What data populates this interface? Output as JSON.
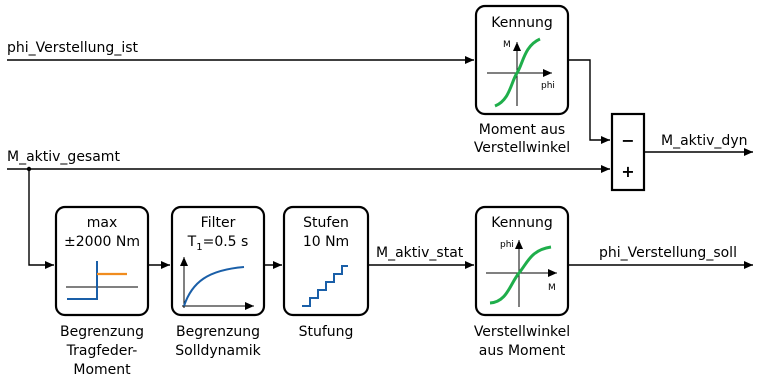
{
  "colors": {
    "green_curve": "#1fae4b",
    "blue_curve": "#1a5fa8",
    "orange_line": "#f08c1e"
  },
  "signals": {
    "phi_ist": "phi_Verstellung_ist",
    "m_gesamt": "M_aktiv_gesamt",
    "m_dyn": "M_aktiv_dyn",
    "m_stat": "M_aktiv_stat",
    "phi_soll": "phi_Verstellung_soll"
  },
  "blocks": {
    "kennung_top": {
      "title": "Kennung",
      "y_axis": "M",
      "x_axis": "phi",
      "caption_1": "Moment aus",
      "caption_2": "Verstellwinkel"
    },
    "summer": {
      "minus": "−",
      "plus": "+"
    },
    "limit": {
      "title_1": "max",
      "title_2": "±2000 Nm",
      "caption_1": "Begrenzung",
      "caption_2": "Tragfeder-",
      "caption_3": "Moment"
    },
    "filter": {
      "title_1": "Filter",
      "title_2_main": "T",
      "title_2_sub": "1",
      "title_2_rest": "=0.5 s",
      "caption_1": "Begrenzung",
      "caption_2": "Solldynamik"
    },
    "stufen": {
      "title_1": "Stufen",
      "title_2": "10 Nm",
      "caption_1": "Stufung"
    },
    "kennung_bottom": {
      "title": "Kennung",
      "y_axis": "phi",
      "x_axis": "M",
      "caption_1": "Verstellwinkel",
      "caption_2": "aus Moment"
    }
  }
}
